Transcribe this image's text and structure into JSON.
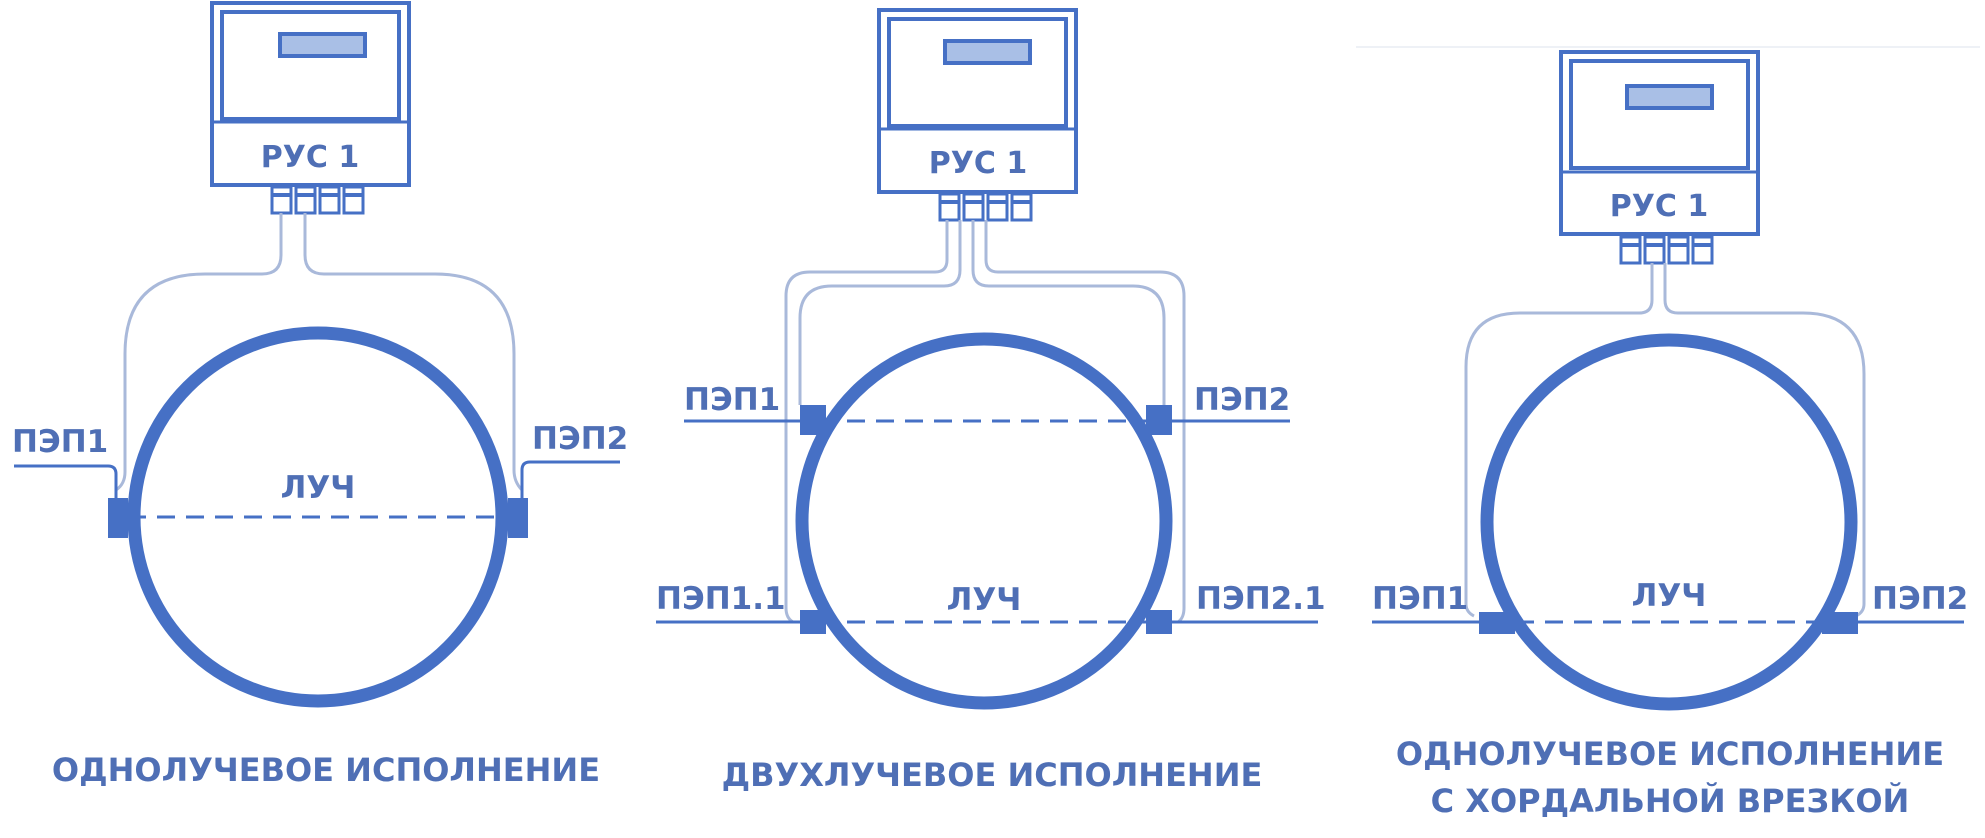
{
  "colors": {
    "primary": "#4670c5",
    "wire": "#a9b9da",
    "text": "#4f6fb5",
    "screen": "#a9bfe6"
  },
  "panels": [
    {
      "device_label": "РУС 1",
      "beam_labels": [
        "ЛУЧ"
      ],
      "sensor_labels": [
        "ПЭП1",
        "ПЭП2"
      ],
      "title_lines": [
        "ОДНОЛУЧЕВОЕ ИСПОЛНЕНИЕ"
      ]
    },
    {
      "device_label": "РУС 1",
      "beam_labels": [
        "ЛУЧ"
      ],
      "sensor_labels": [
        "ПЭП1",
        "ПЭП2",
        "ПЭП1.1",
        "ПЭП2.1"
      ],
      "title_lines": [
        "ДВУХЛУЧЕВОЕ ИСПОЛНЕНИЕ"
      ]
    },
    {
      "device_label": "РУС 1",
      "beam_labels": [
        "ЛУЧ"
      ],
      "sensor_labels": [
        "ПЭП1",
        "ПЭП2"
      ],
      "title_lines": [
        "ОДНОЛУЧЕВОЕ ИСПОЛНЕНИЕ",
        "С ХОРДАЛЬНОЙ ВРЕЗКОЙ"
      ]
    }
  ]
}
